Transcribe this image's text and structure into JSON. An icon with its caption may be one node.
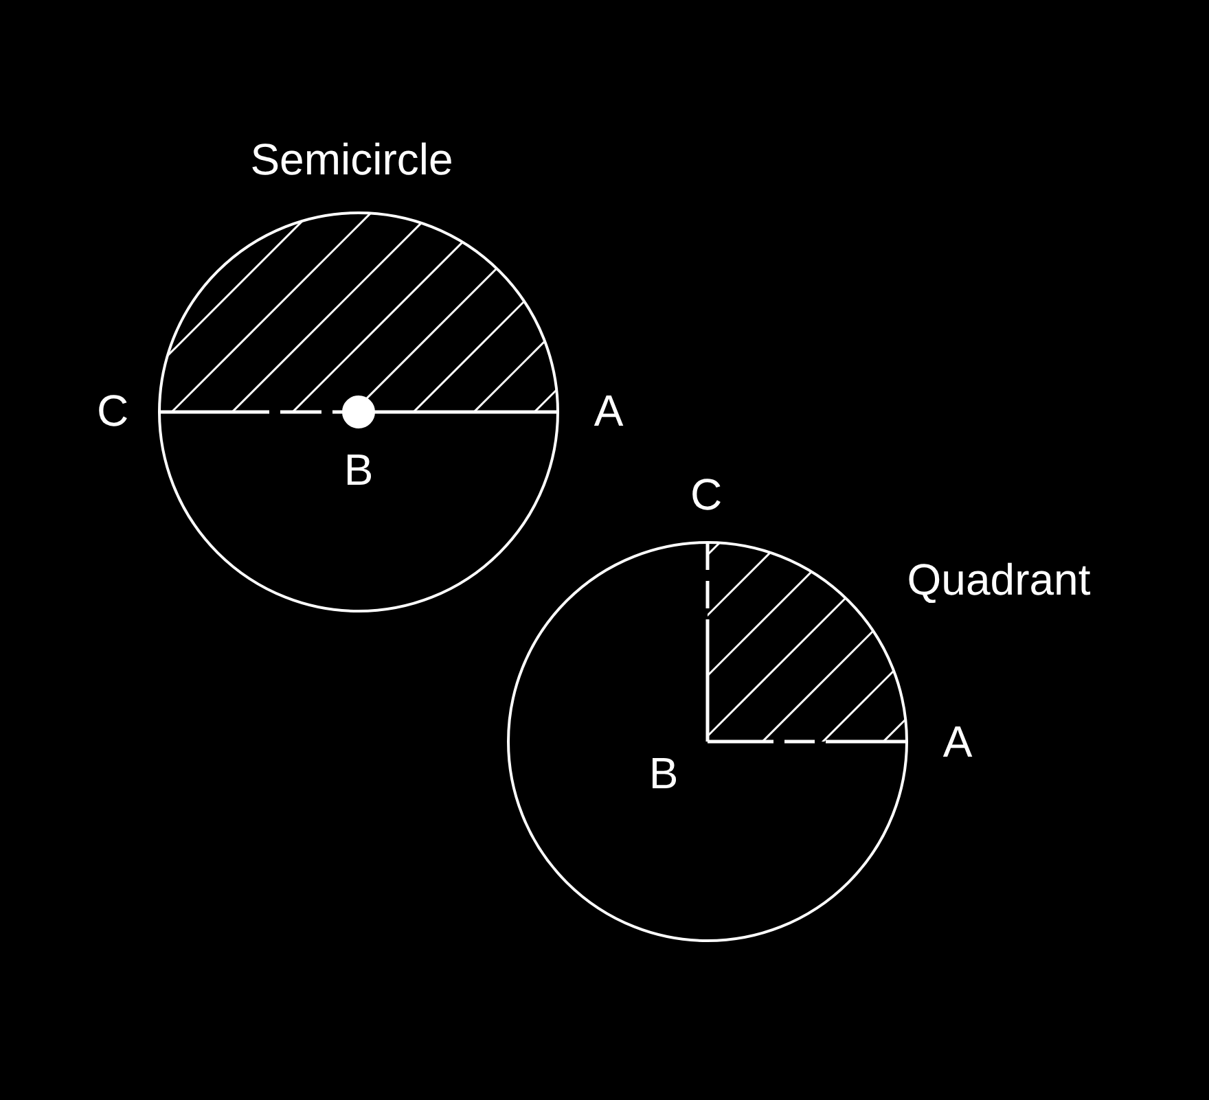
{
  "diagram": {
    "labels": [
      "Semicircle",
      "C",
      "A",
      "B",
      "C",
      "Quadrant",
      "A",
      "B"
    ]
  }
}
